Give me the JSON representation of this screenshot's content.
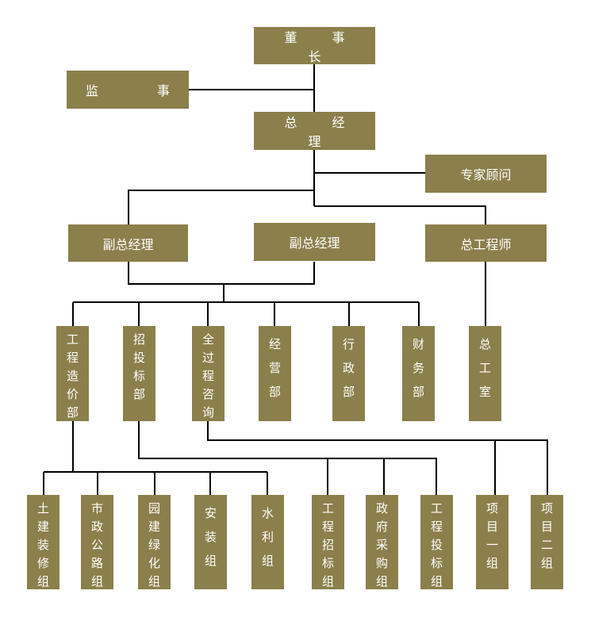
{
  "nodes": {
    "chairman": "董　事　长",
    "supervisor": "监　　事",
    "general_manager": "总　经　理",
    "expert_advisor": "专家顾问",
    "deputy_gm_1": "副总经理",
    "deputy_gm_2": "副总经理",
    "chief_engineer": "总工程师",
    "cost_dept": "工程造价部",
    "bidding_dept": "招投标部",
    "consulting_dept": "全过程咨询",
    "business_dept": "经营部",
    "admin_dept": "行政部",
    "finance_dept": "财务部",
    "engineering_office": "总工室",
    "civil_group": "土建装修组",
    "municipal_group": "市政公路组",
    "landscape_group": "园建绿化组",
    "install_group": "安装组",
    "water_group": "水利组",
    "eng_bid_group": "工程招标组",
    "gov_procure_group": "政府采购组",
    "eng_tender_group": "工程投标组",
    "project_1": "项目一组",
    "project_2": "项目二组"
  },
  "colors": {
    "box": "#8b7f4b",
    "text": "#ffffff",
    "line": "#000000"
  }
}
